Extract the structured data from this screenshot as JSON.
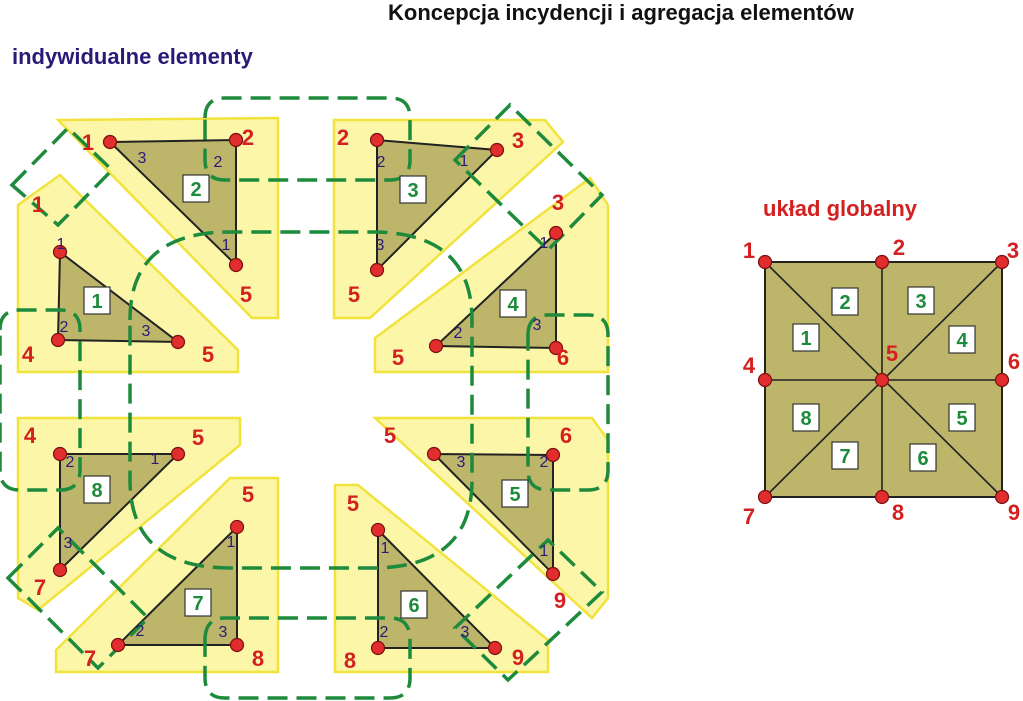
{
  "title": "Koncepcja incydencji i agregacja elementów",
  "left_heading": "indywidualne elementy",
  "right_heading": "układ globalny",
  "elements": [
    {
      "id": "1",
      "nodes": [
        "1",
        "4",
        "5"
      ],
      "local": [
        "1",
        "2",
        "3"
      ]
    },
    {
      "id": "2",
      "nodes": [
        "1",
        "2",
        "5"
      ],
      "local": [
        "3",
        "2",
        "1"
      ]
    },
    {
      "id": "3",
      "nodes": [
        "2",
        "3",
        "5"
      ],
      "local": [
        "2",
        "1",
        "3"
      ]
    },
    {
      "id": "4",
      "nodes": [
        "3",
        "6",
        "5"
      ],
      "local": [
        "1",
        "3",
        "2"
      ]
    },
    {
      "id": "5",
      "nodes": [
        "6",
        "9",
        "5"
      ],
      "local": [
        "2",
        "1",
        "3"
      ]
    },
    {
      "id": "6",
      "nodes": [
        "5",
        "9",
        "8"
      ],
      "local": [
        "1",
        "3",
        "2"
      ]
    },
    {
      "id": "7",
      "nodes": [
        "5",
        "8",
        "7"
      ],
      "local": [
        "1",
        "3",
        "2"
      ]
    },
    {
      "id": "8",
      "nodes": [
        "4",
        "5",
        "7"
      ],
      "local": [
        "2",
        "1",
        "3"
      ]
    }
  ],
  "global": {
    "nodes": [
      "1",
      "2",
      "3",
      "4",
      "5",
      "6",
      "7",
      "8",
      "9"
    ],
    "elements": [
      "1",
      "2",
      "3",
      "4",
      "5",
      "6",
      "7",
      "8"
    ]
  },
  "colors": {
    "node": "#e12d2d",
    "node_label": "#d42020",
    "element_label": "#1e8a3c",
    "group_outline": "#1e8a3c",
    "local_label": "#2a1a78",
    "element_fill": "#bdb56a",
    "highlight_fill": "#fbf6a8"
  }
}
